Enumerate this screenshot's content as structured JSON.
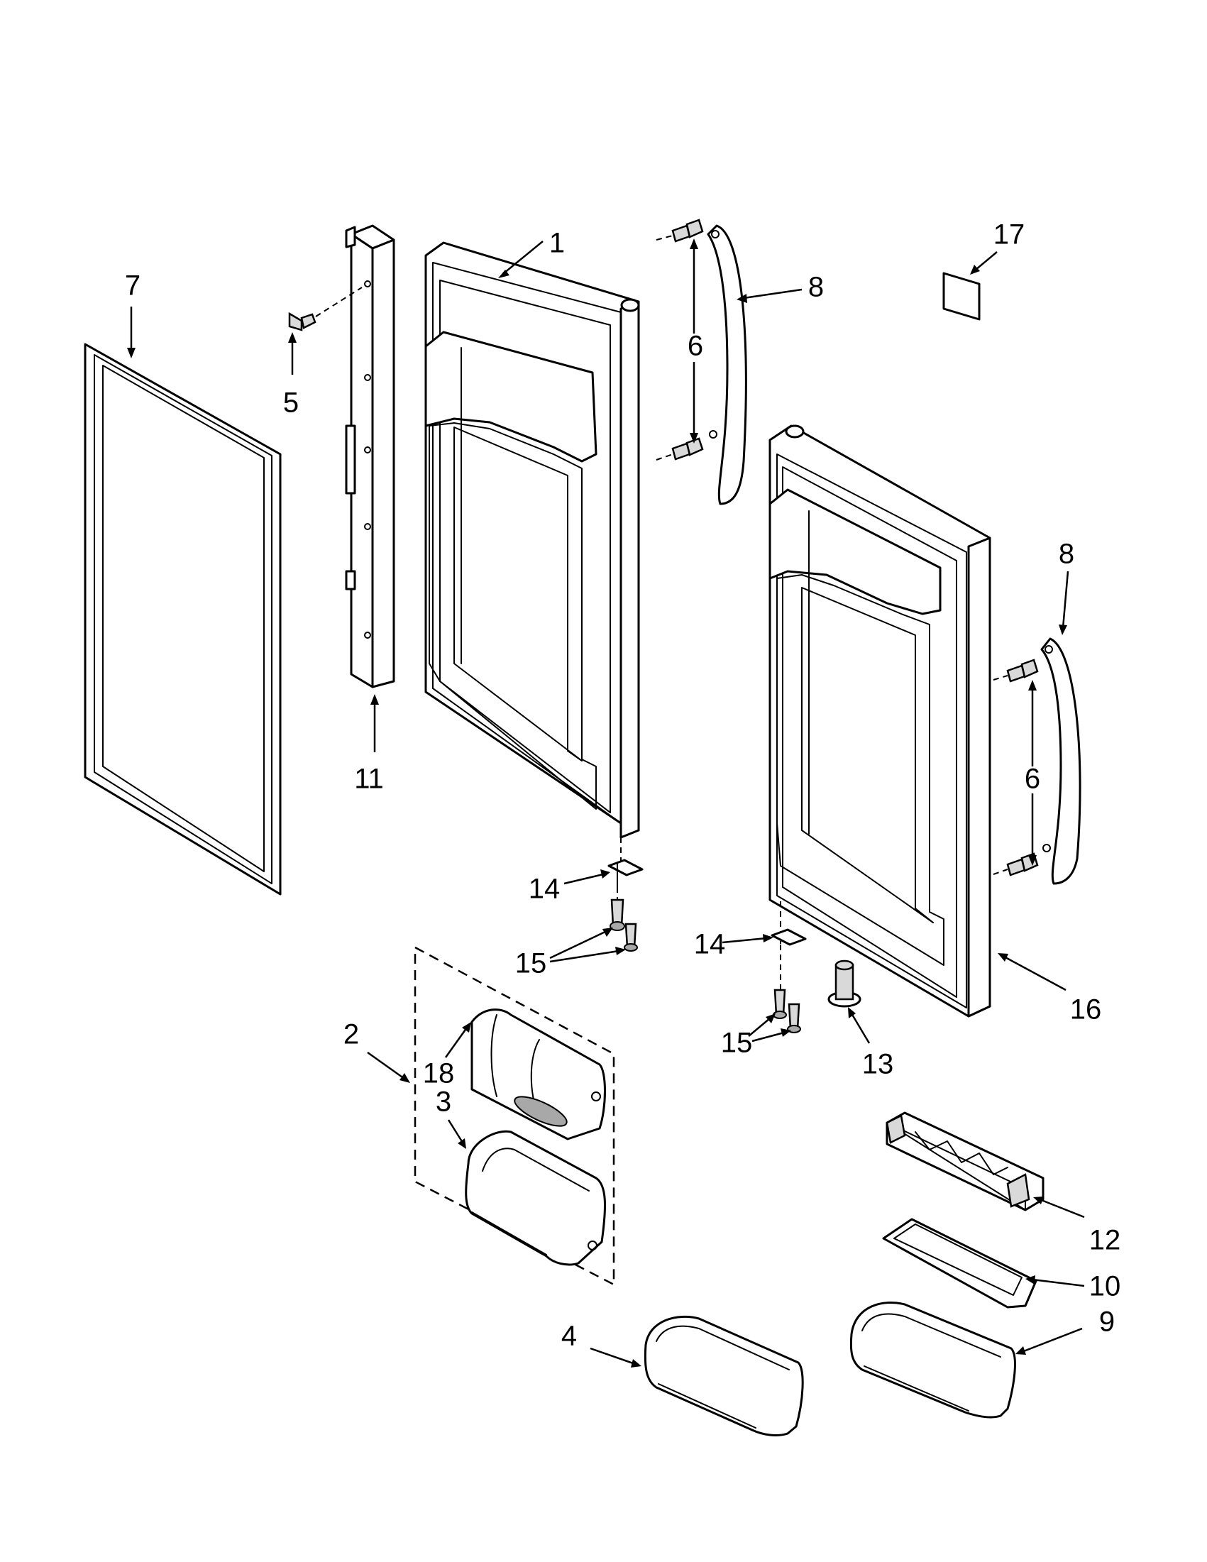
{
  "diagram": {
    "callouts": [
      "1",
      "2",
      "3",
      "4",
      "5",
      "6",
      "7",
      "8",
      "9",
      "10",
      "11",
      "12",
      "13",
      "14",
      "15",
      "16",
      "17",
      "18"
    ]
  },
  "parts": [
    {
      "ref": "1",
      "icon": "refrigerator-door-left-icon"
    },
    {
      "ref": "2",
      "icon": "dispenser-assembly-icon"
    },
    {
      "ref": "3",
      "icon": "door-bin-icon"
    },
    {
      "ref": "4",
      "icon": "door-shelf-bin-icon"
    },
    {
      "ref": "5",
      "icon": "screw-icon"
    },
    {
      "ref": "6",
      "icon": "handle-screw-icon"
    },
    {
      "ref": "7",
      "icon": "door-gasket-icon"
    },
    {
      "ref": "8",
      "icon": "door-handle-icon"
    },
    {
      "ref": "9",
      "icon": "door-shelf-bin-icon"
    },
    {
      "ref": "10",
      "icon": "bin-cover-icon"
    },
    {
      "ref": "11",
      "icon": "door-stiffener-bar-icon"
    },
    {
      "ref": "12",
      "icon": "egg-tray-icon"
    },
    {
      "ref": "13",
      "icon": "door-stop-icon"
    },
    {
      "ref": "14",
      "icon": "door-hinge-bracket-icon"
    },
    {
      "ref": "15",
      "icon": "screw-icon"
    },
    {
      "ref": "16",
      "icon": "refrigerator-door-right-icon"
    },
    {
      "ref": "17",
      "icon": "label-icon"
    },
    {
      "ref": "18",
      "icon": "dispenser-cover-icon"
    }
  ]
}
